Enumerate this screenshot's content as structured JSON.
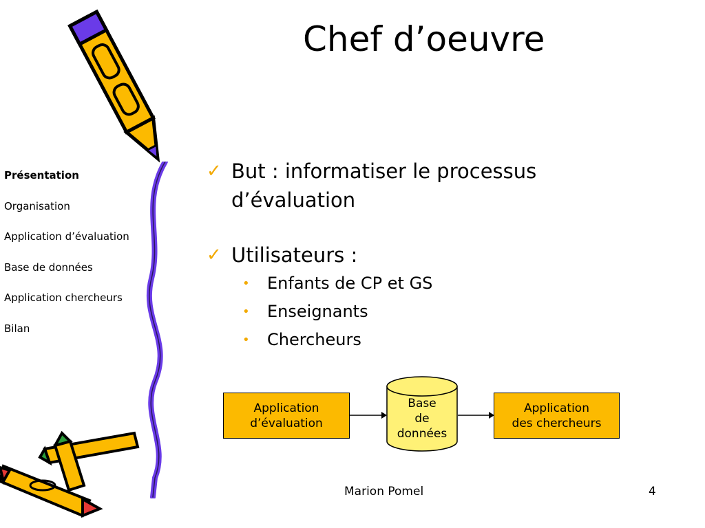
{
  "title": "Chef d’oeuvre",
  "nav": [
    {
      "label": "Présentation",
      "active": true
    },
    {
      "label": "Organisation",
      "active": false
    },
    {
      "label": "Application d’évaluation",
      "active": false
    },
    {
      "label": "Base de données",
      "active": false
    },
    {
      "label": "Application chercheurs",
      "active": false
    },
    {
      "label": "Bilan",
      "active": false
    }
  ],
  "bullets": [
    {
      "line1": "But : informatiser le processus",
      "line2": "d’évaluation"
    },
    {
      "line1": "Utilisateurs :"
    }
  ],
  "sub_bullets": [
    "Enfants de CP et GS",
    "Enseignants",
    "Chercheurs"
  ],
  "diagram": {
    "left_box": [
      "Application",
      "d’évaluation"
    ],
    "database": [
      "Base",
      "de",
      "données"
    ],
    "right_box": [
      "Application",
      "des chercheurs"
    ]
  },
  "footer": {
    "author": "Marion Pomel",
    "page": "4"
  },
  "colors": {
    "accent": "#f2a900",
    "box_fill": "#fcba00",
    "db_fill": "#fff176",
    "pencil_purple": "#6a3be8"
  },
  "icons": [
    "checkmark-icon",
    "bullet-dot-icon",
    "pencil-icon",
    "crayons-icon",
    "database-cylinder-icon",
    "arrow-right-icon"
  ]
}
